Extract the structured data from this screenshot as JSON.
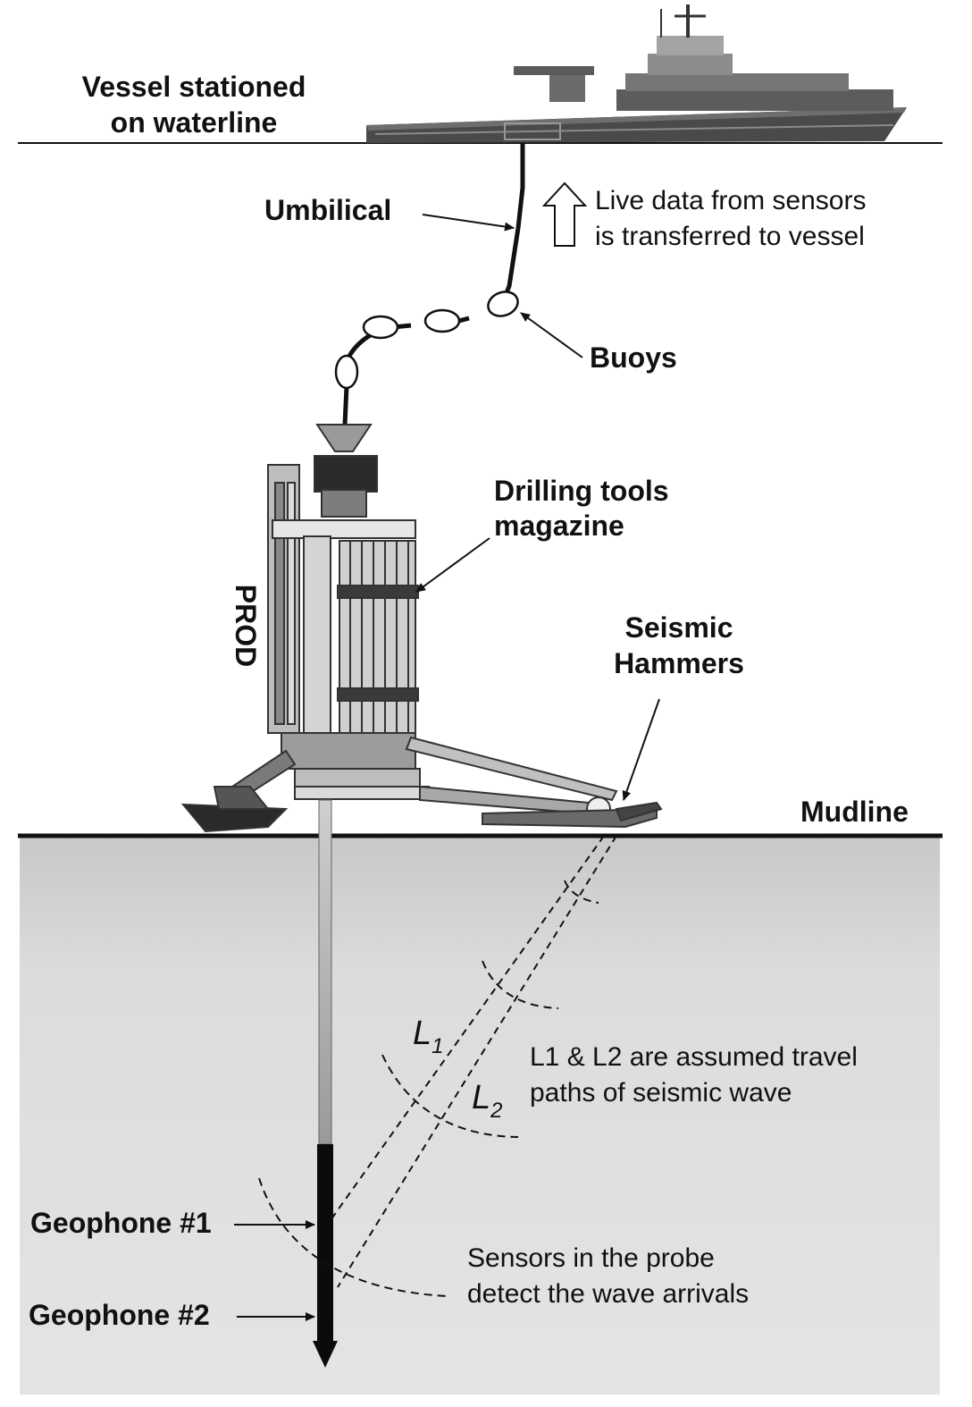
{
  "labels": {
    "vessel_line1": "Vessel stationed",
    "vessel_line2": "on waterline",
    "umbilical": "Umbilical",
    "live_data_line1": "Live  data from  sensors",
    "live_data_line2": "is transferred  to vessel",
    "buoys": "Buoys",
    "drilling_line1": "Drilling tools",
    "drilling_line2": "magazine",
    "prod": "PROD",
    "seismic_line1": "Seismic",
    "seismic_line2": "Hammers",
    "mudline": "Mudline",
    "l1_main": "L",
    "l1_sub": "1",
    "l2_main": "L",
    "l2_sub": "2",
    "paths_line1": "L1 & L2 are assumed travel",
    "paths_line2": "paths of seismic wave",
    "geophone1": "Geophone #1",
    "geophone2": "Geophone #2",
    "sensors_line1": "Sensors in the probe",
    "sensors_line2": "detect the wave  arrivals"
  },
  "colors": {
    "seabed_top": "#c9c9c9",
    "seabed_bottom": "#e2e2e2",
    "line": "#111111",
    "machine": "#555555"
  }
}
